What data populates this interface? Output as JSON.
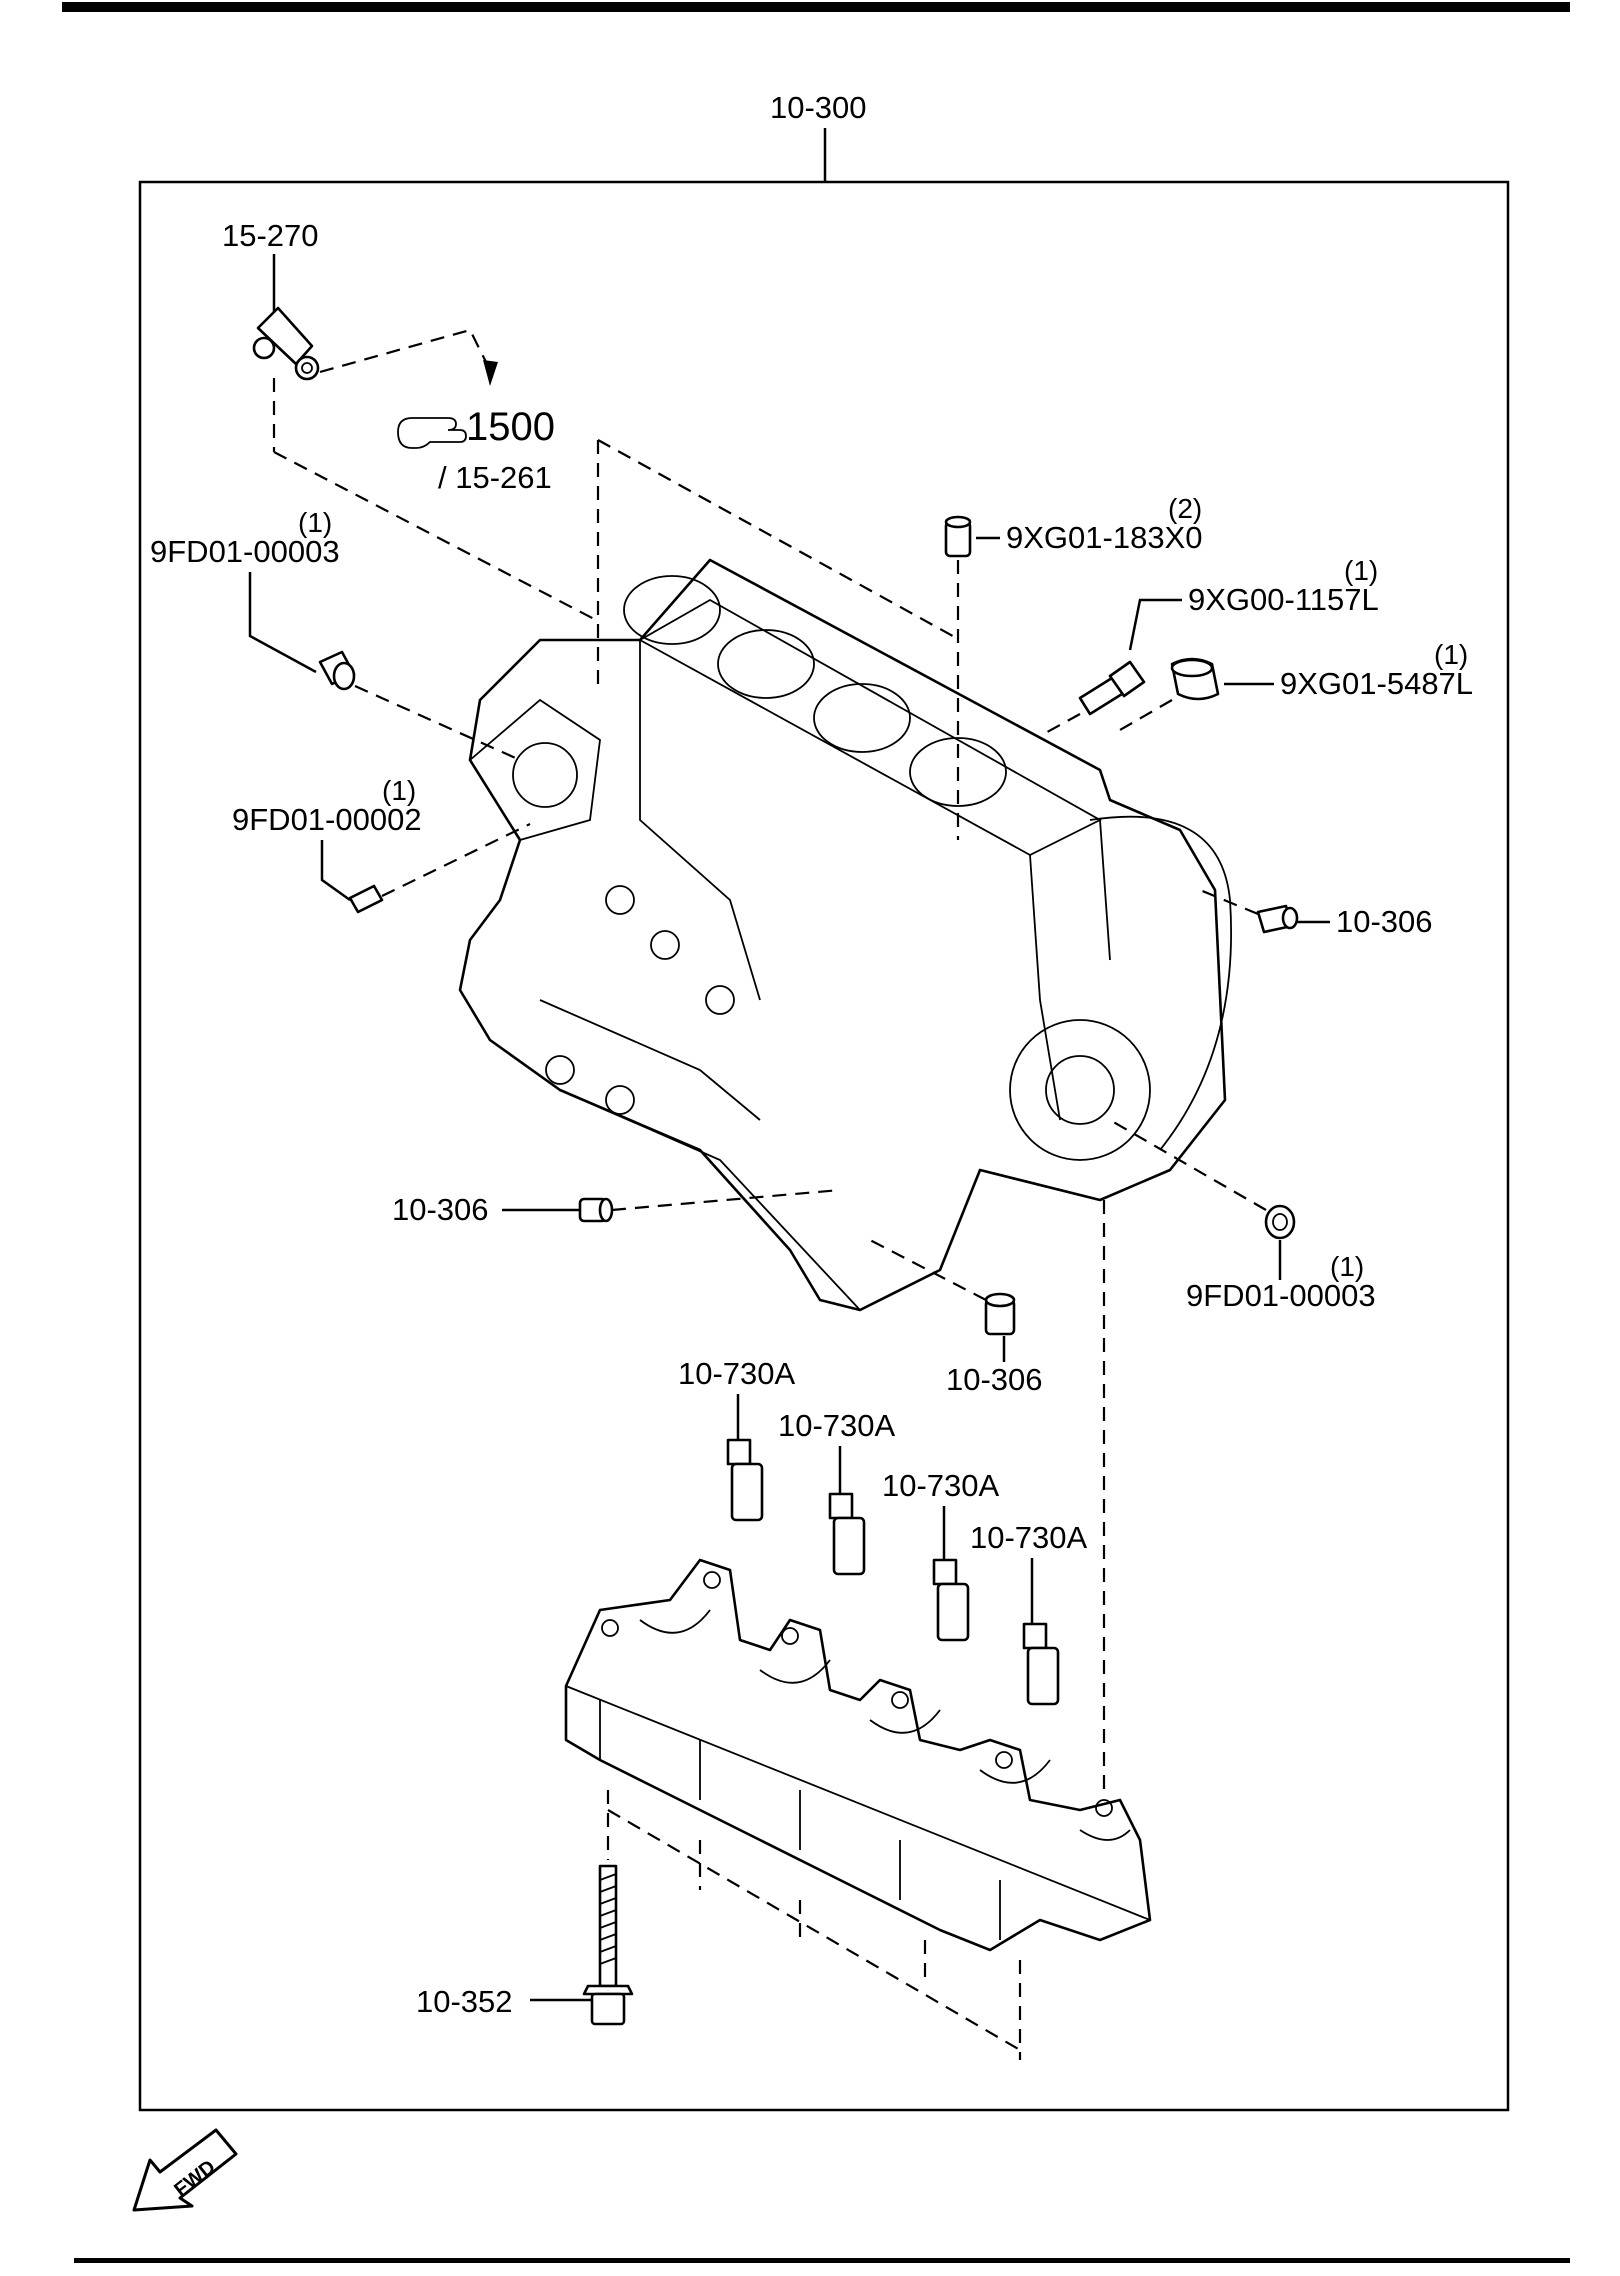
{
  "diagram": {
    "assembly_label": "10-300",
    "reference": {
      "number": "1500",
      "sub": "/ 15-261",
      "icon": "pointing-hand-icon"
    },
    "fwd_label": "FWD",
    "callouts": {
      "hose_fitting": "15-270",
      "plug_left_top": {
        "part": "9FD01-00003",
        "qty": "(1)"
      },
      "pin_left": {
        "part": "9FD01-00002",
        "qty": "(1)"
      },
      "dowel_top": {
        "part": "9XG01-183X0",
        "qty": "(2)"
      },
      "sensor_bolt": {
        "part": "9XG00-1157L",
        "qty": "(1)"
      },
      "cap_plug": {
        "part": "9XG01-5487L",
        "qty": "(1)"
      },
      "dowel_right": "10-306",
      "dowel_left_low": "10-306",
      "dowel_bottom": "10-306",
      "plug_right": {
        "part": "9FD01-00003",
        "qty": "(1)"
      },
      "oil_jet_1": "10-730A",
      "oil_jet_2": "10-730A",
      "oil_jet_3": "10-730A",
      "oil_jet_4": "10-730A",
      "main_bolt": "10-352"
    }
  }
}
